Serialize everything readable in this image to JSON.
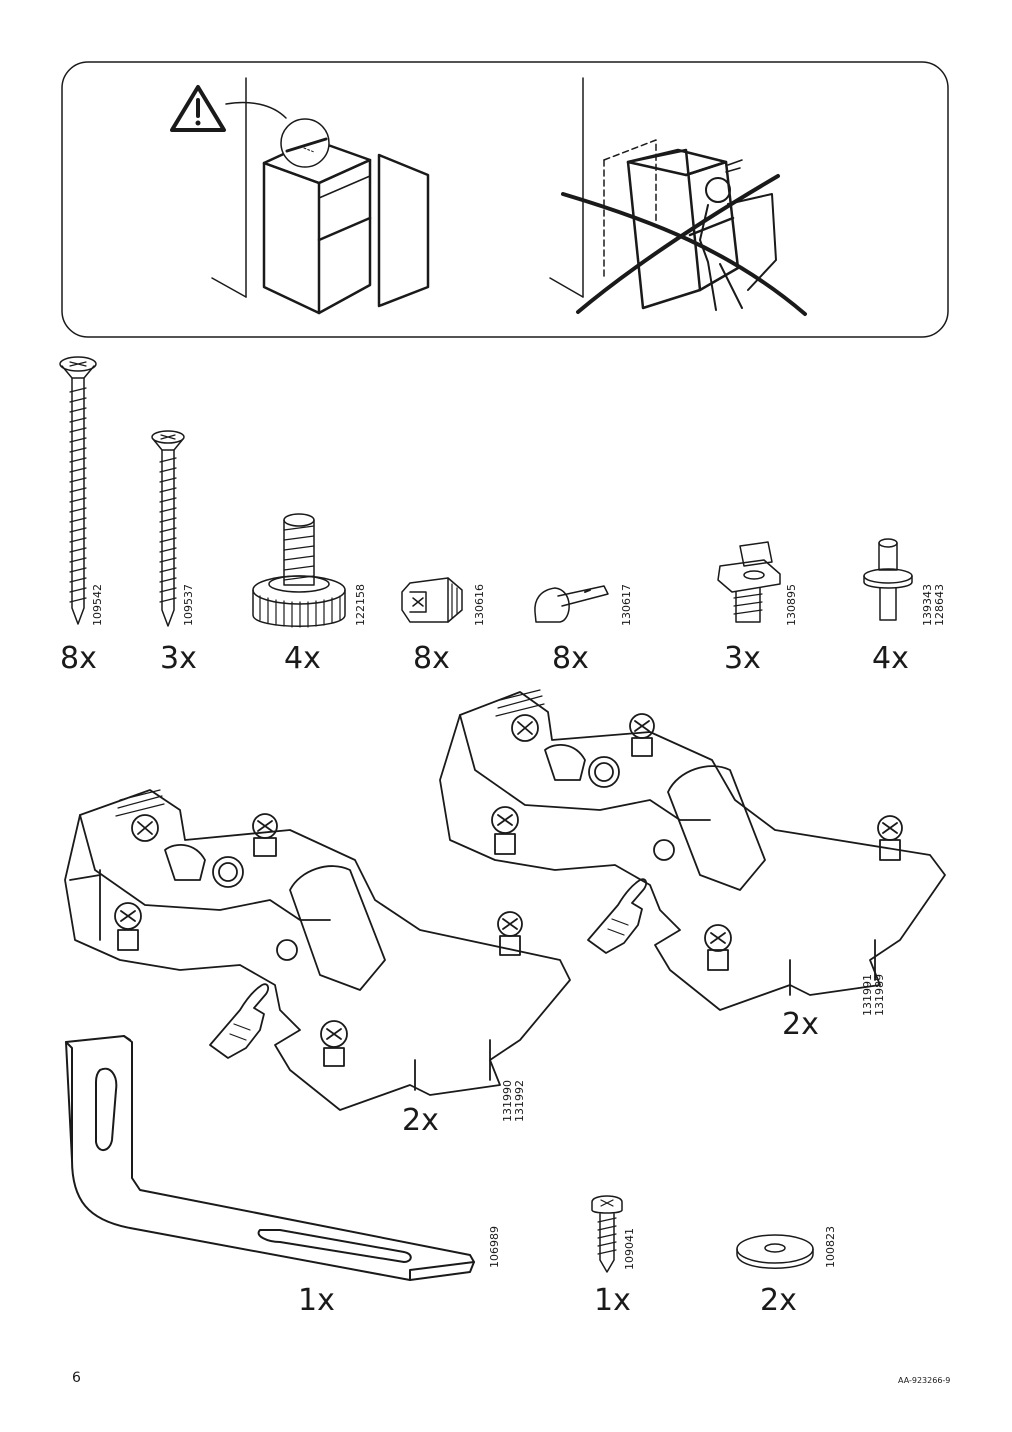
{
  "page": {
    "number": "6",
    "doc_code": "AA-923266-9"
  },
  "warning_panel": {
    "icon": "warning-triangle-icon"
  },
  "parts_row1": [
    {
      "part": "109542",
      "qty": "8x",
      "icon": "long-screw-icon"
    },
    {
      "part": "109537",
      "qty": "3x",
      "icon": "screw-icon"
    },
    {
      "part": "122158",
      "qty": "4x",
      "icon": "adjustable-foot-icon"
    },
    {
      "part": "130616",
      "qty": "8x",
      "icon": "cam-lock-icon"
    },
    {
      "part": "130617",
      "qty": "8x",
      "icon": "cam-pin-icon"
    },
    {
      "part": "130895",
      "qty": "3x",
      "icon": "shelf-support-icon"
    },
    {
      "part_lines": [
        "139343",
        "128643"
      ],
      "qty": "4x",
      "icon": "shelf-pin-icon"
    }
  ],
  "hinges": [
    {
      "part_lines": [
        "131990",
        "131992"
      ],
      "qty": "2x"
    },
    {
      "part_lines": [
        "131991",
        "131989"
      ],
      "qty": "2x"
    }
  ],
  "parts_row3": [
    {
      "part": "106989",
      "qty": "1x",
      "icon": "angle-bracket-icon"
    },
    {
      "part": "109041",
      "qty": "1x",
      "icon": "small-screw-icon"
    },
    {
      "part": "100823",
      "qty": "2x",
      "icon": "washer-icon"
    }
  ]
}
